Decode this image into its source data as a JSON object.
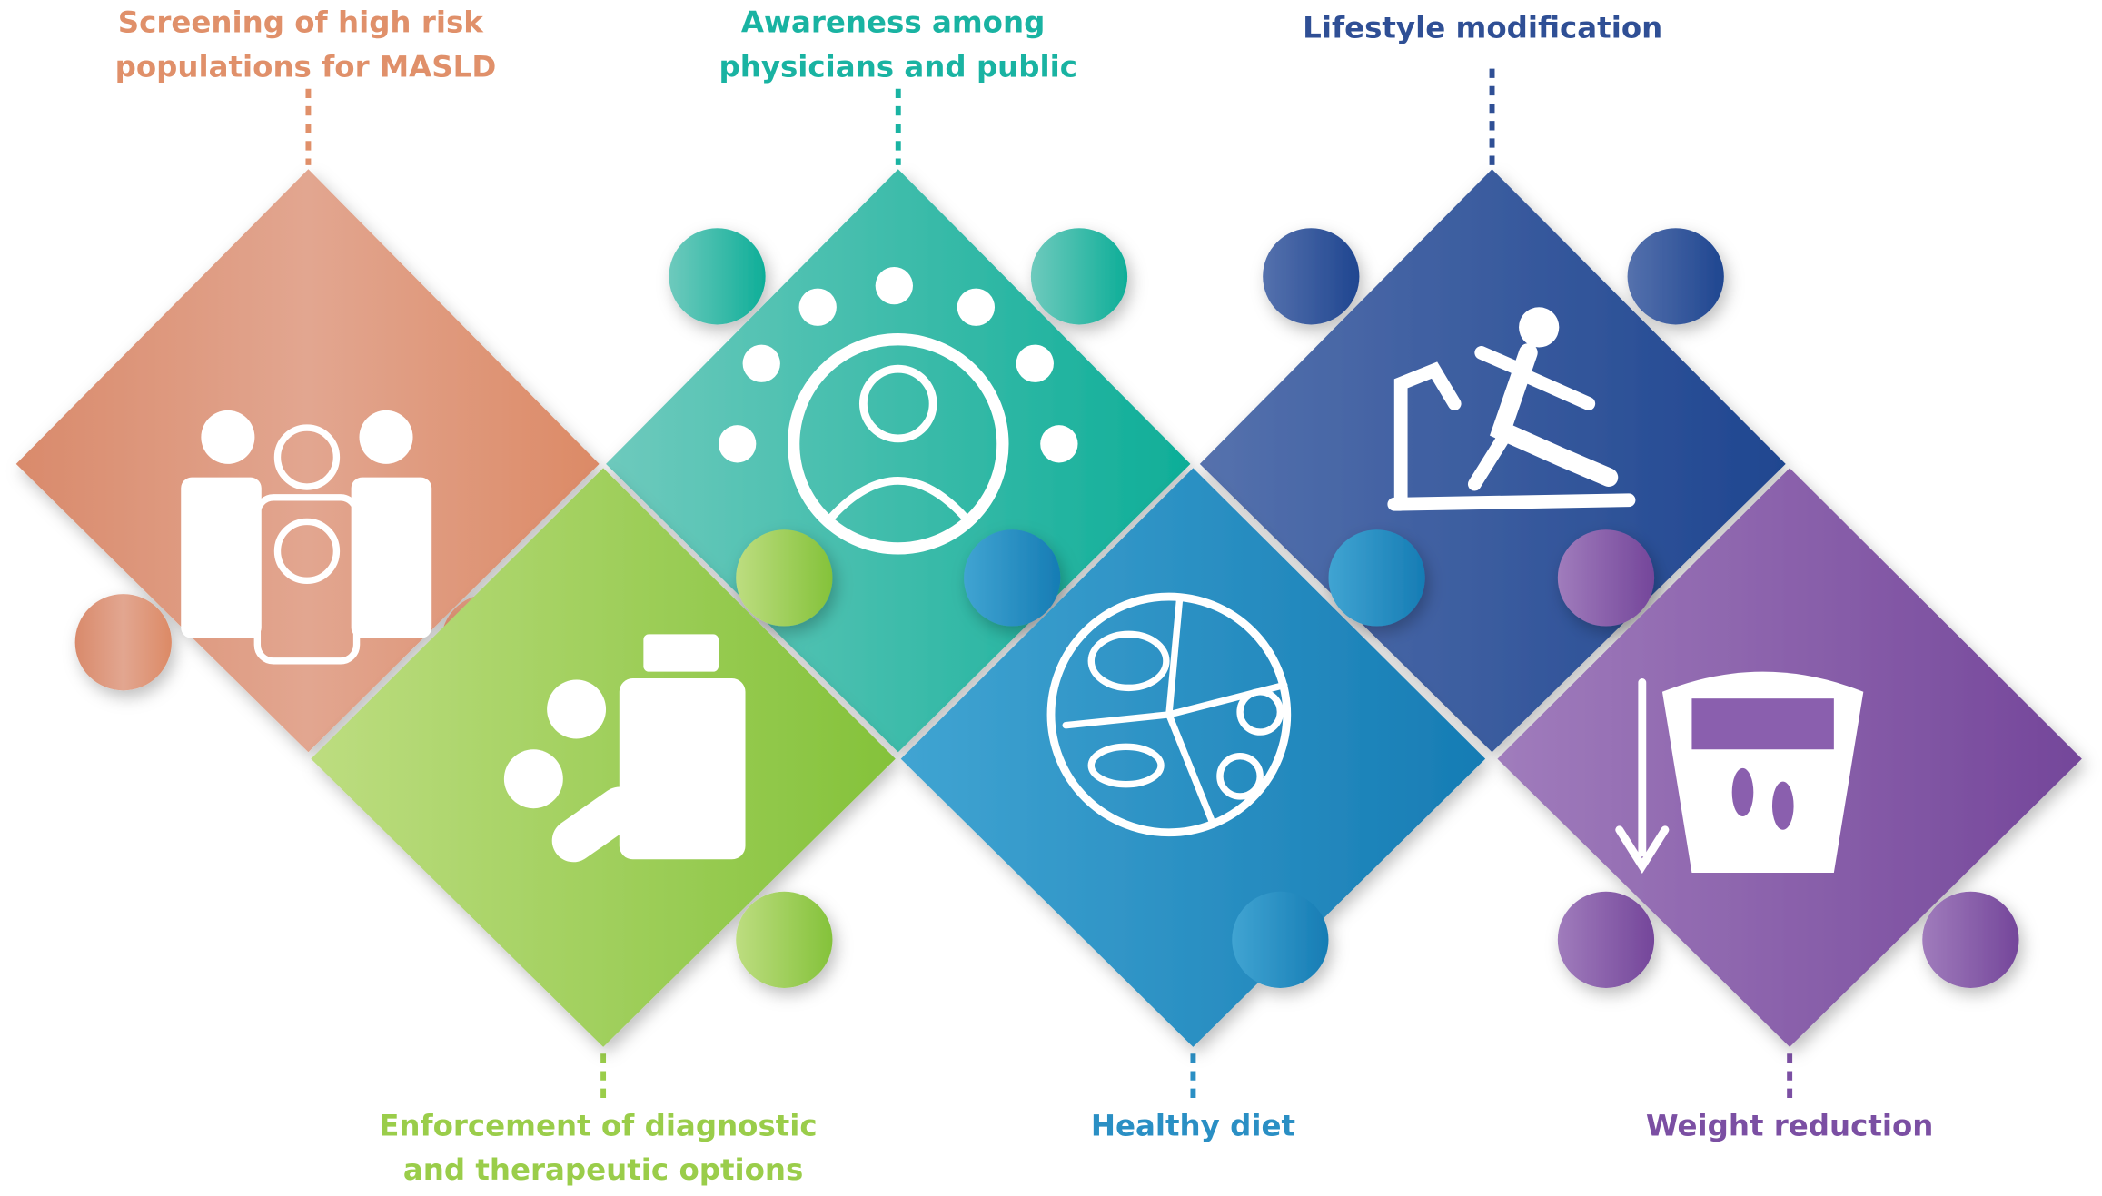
{
  "title": "MASLD prevention puzzle",
  "pieces": [
    {
      "id": "screening",
      "lines": [
        "Screening of high risk",
        "populations for MASLD"
      ],
      "color": "#e08c68",
      "light": "#e7ab93",
      "icon": "people-liver-icon"
    },
    {
      "id": "awareness",
      "lines": [
        "Awareness among",
        "physicians and public"
      ],
      "color": "#12b09c",
      "light": "#66c7b9",
      "icon": "doctor-crowd-icon"
    },
    {
      "id": "lifestyle",
      "lines": [
        "Lifestyle modification"
      ],
      "color": "#244a93",
      "light": "#4d6aab",
      "icon": "treadmill-runner-icon"
    },
    {
      "id": "enforcement",
      "lines": [
        "Enforcement of diagnostic",
        "and therapeutic options"
      ],
      "color": "#8cc63f",
      "light": "#b7da7a",
      "icon": "pills-bottle-icon"
    },
    {
      "id": "diet",
      "lines": [
        "Healthy diet"
      ],
      "color": "#1c81b8",
      "light": "#3aa1cf",
      "icon": "food-plate-icon"
    },
    {
      "id": "weight",
      "lines": [
        "Weight reduction"
      ],
      "color": "#784a9c",
      "light": "#9a70b8",
      "icon": "scale-icon"
    }
  ],
  "label_colors": {
    "screening": "#e0906a",
    "awareness": "#19b3a2",
    "lifestyle": "#2f4f95",
    "enforcement": "#9acd4a",
    "diet": "#2a8fc4",
    "weight": "#7b4fa3"
  }
}
